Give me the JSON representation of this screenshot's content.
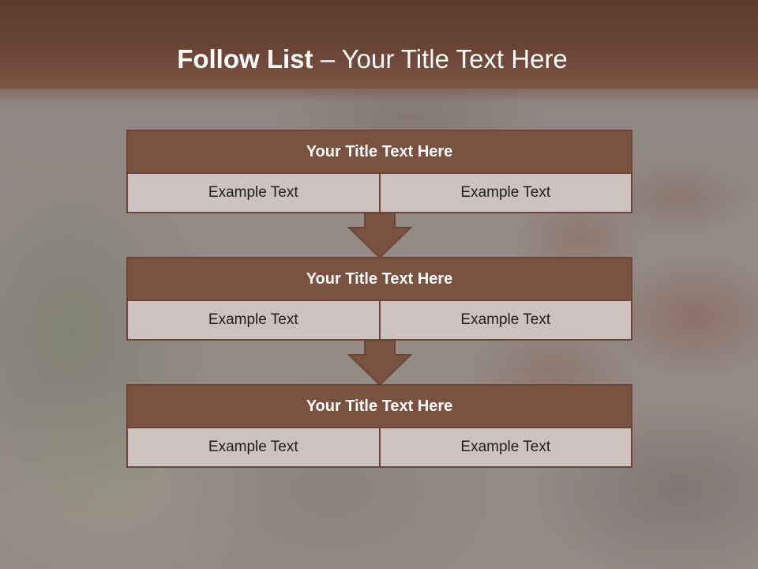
{
  "slide": {
    "title_bold": "Follow List",
    "title_rest": " – Your Title Text Here"
  },
  "steps": [
    {
      "title": "Your Title Text Here",
      "left": "Example Text",
      "right": "Example Text"
    },
    {
      "title": "Your Title Text Here",
      "left": "Example Text",
      "right": "Example Text"
    },
    {
      "title": "Your Title Text Here",
      "left": "Example Text",
      "right": "Example Text"
    }
  ],
  "colors": {
    "header": "#6a4535",
    "title_box": "#7a5241",
    "cell_box": "#ccc3c1",
    "arrow": "#7a5241"
  },
  "icons": [
    "down-arrow-icon"
  ]
}
